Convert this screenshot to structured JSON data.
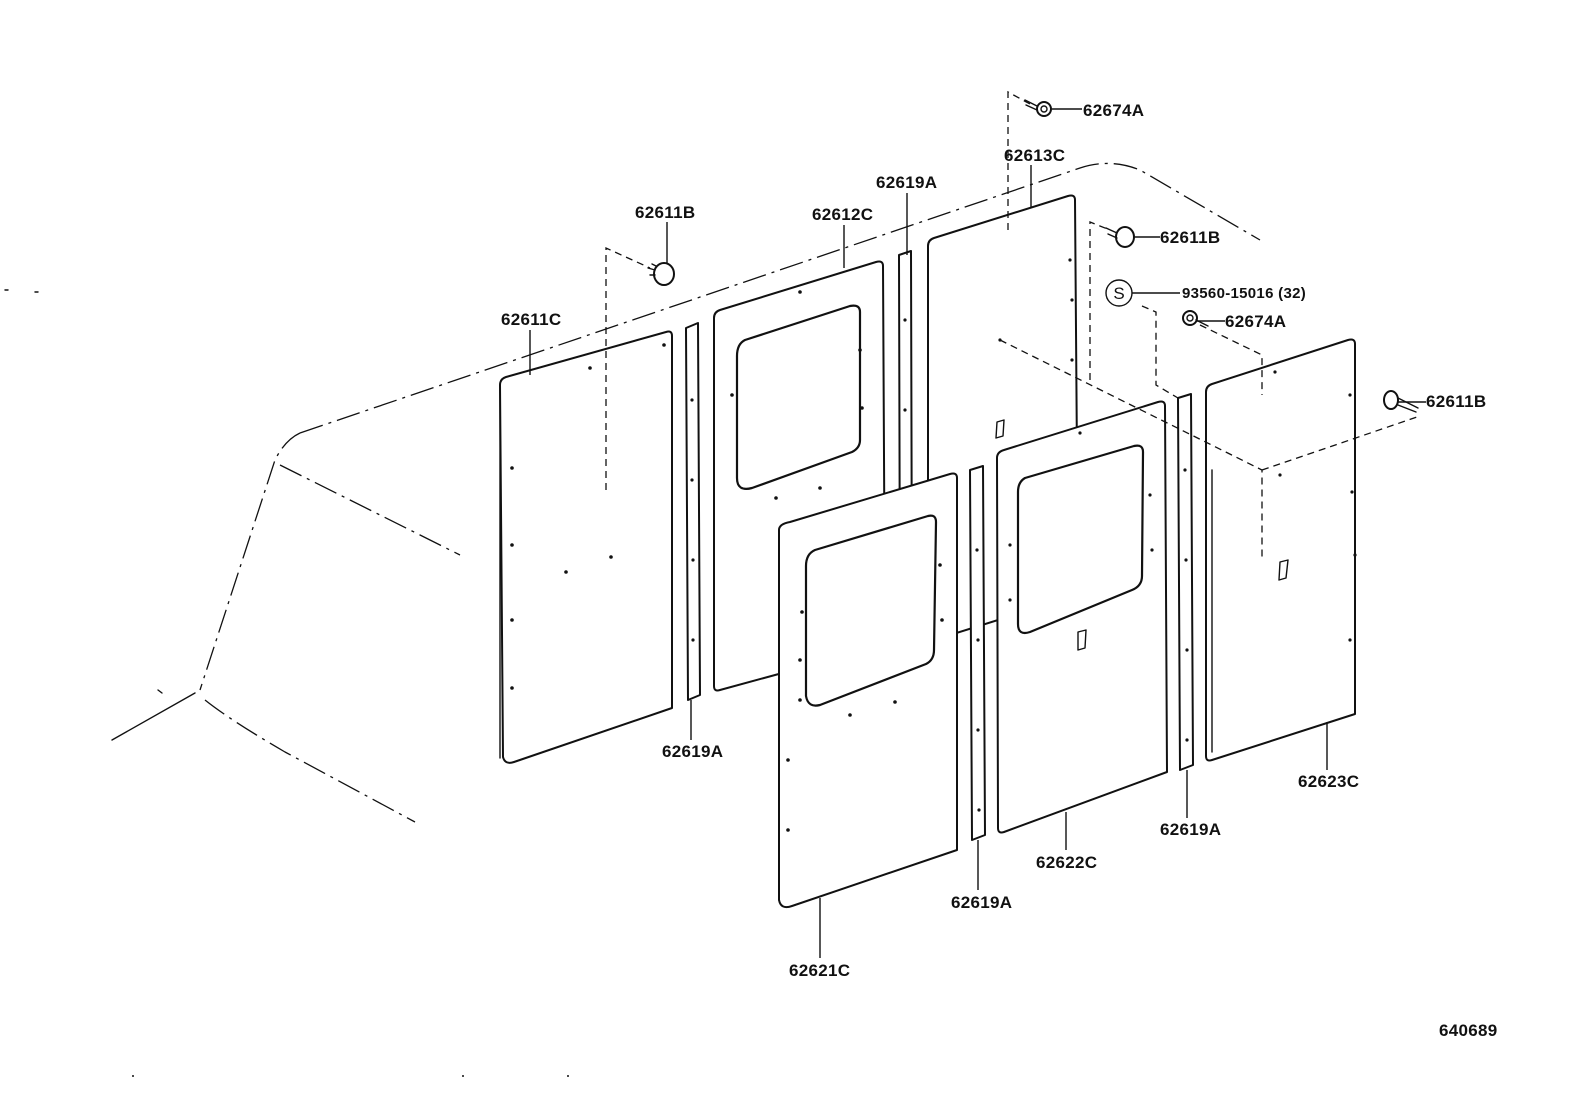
{
  "labels": {
    "p62611C": "62611C",
    "p62612C": "62612C",
    "p62613C": "62613C",
    "p62621C": "62621C",
    "p62622C": "62622C",
    "p62623C": "62623C",
    "p62611B_1": "62611B",
    "p62611B_2": "62611B",
    "p62611B_3": "62611B",
    "p62619A_1": "62619A",
    "p62619A_2": "62619A",
    "p62619A_3": "62619A",
    "p62619A_4": "62619A",
    "p62674A_1": "62674A",
    "p62674A_2": "62674A",
    "screw_callout": "93560-15016 (32)",
    "screw_symbol": "S",
    "diagram_id": "640689"
  }
}
